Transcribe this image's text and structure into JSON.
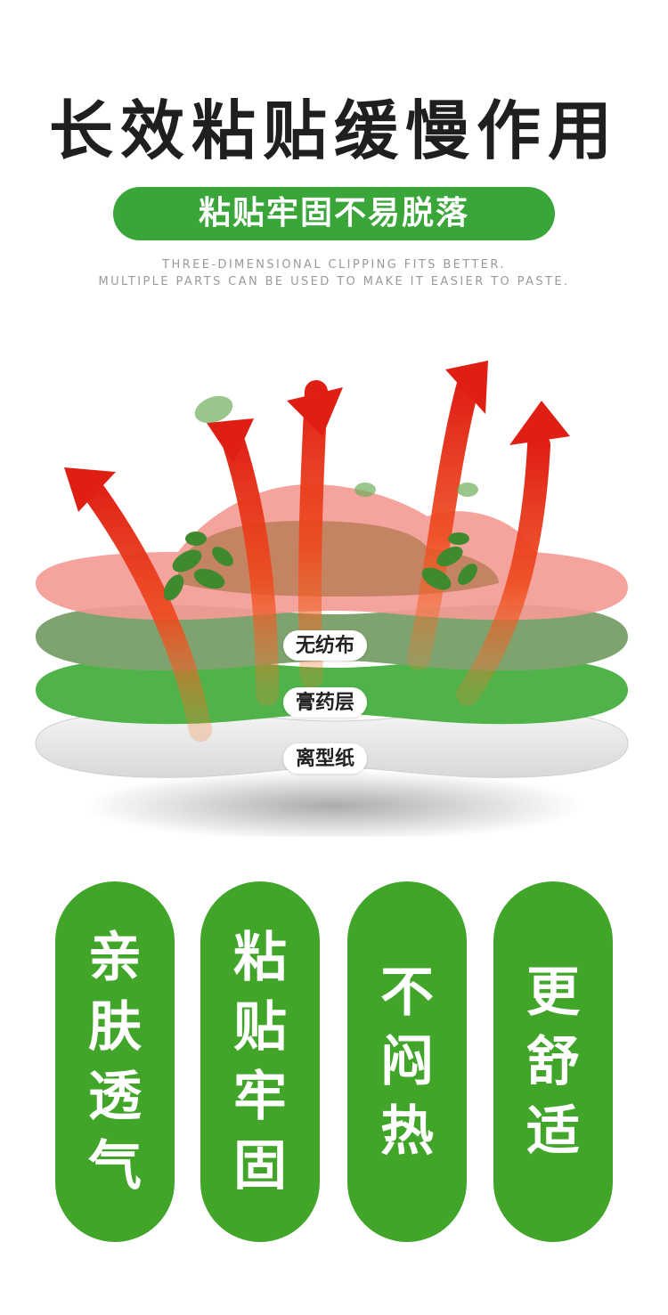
{
  "title": "长效粘贴缓慢作用",
  "subtitle_pill": "粘贴牢固不易脱落",
  "english_lines": [
    "THREE-DIMENSIONAL CLIPPING FITS BETTER.",
    "MULTIPLE PARTS CAN BE USED TO MAKE IT EASIER TO PASTE."
  ],
  "layers": [
    {
      "label": "无纺布",
      "color": "#7fa36f"
    },
    {
      "label": "膏药层",
      "color": "#4fb34a"
    },
    {
      "label": "离型纸",
      "color": "#e6e6e6"
    }
  ],
  "top_layer_color": "#f49b95",
  "arrow_color": "#e8321c",
  "herb_color": "#3f8a2e",
  "features": [
    {
      "chars": [
        "亲",
        "肤",
        "透",
        "气"
      ]
    },
    {
      "chars": [
        "粘",
        "贴",
        "牢",
        "固"
      ]
    },
    {
      "chars": [
        "不",
        "闷",
        "热"
      ]
    },
    {
      "chars": [
        "更",
        "舒",
        "适"
      ]
    }
  ],
  "feature_color": "#41a52a"
}
